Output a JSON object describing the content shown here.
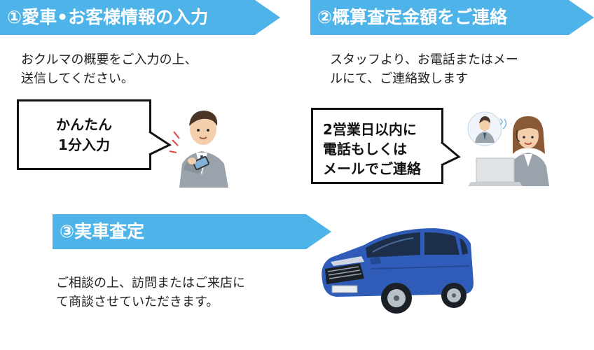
{
  "colors": {
    "banner": "#4db3e8",
    "car_body": "#2e5cb8",
    "suit": "#9aa3ab"
  },
  "step1": {
    "title": "①愛車•お客様情報の入力",
    "desc": [
      "おクルマの概要をご入力の上、",
      "送信してください。"
    ],
    "bubble": [
      "かんたん",
      "1分入力"
    ]
  },
  "step2": {
    "title": "②概算査定金額をご連絡",
    "desc": [
      "スタッフより、お電話またはメー",
      "ルにて、ご連絡致します"
    ],
    "bubble": [
      "2営業日以内に",
      "電話もしくは",
      "メールでご連絡"
    ]
  },
  "step3": {
    "title": "③実車査定",
    "desc": [
      "ご相談の上、訪問またはご来店に",
      "て商談させていただきます。"
    ]
  },
  "icons": {
    "step1": "man-with-smartphone-icon",
    "step2": "operator-with-laptop-icon",
    "step3": "blue-minivan-icon"
  }
}
